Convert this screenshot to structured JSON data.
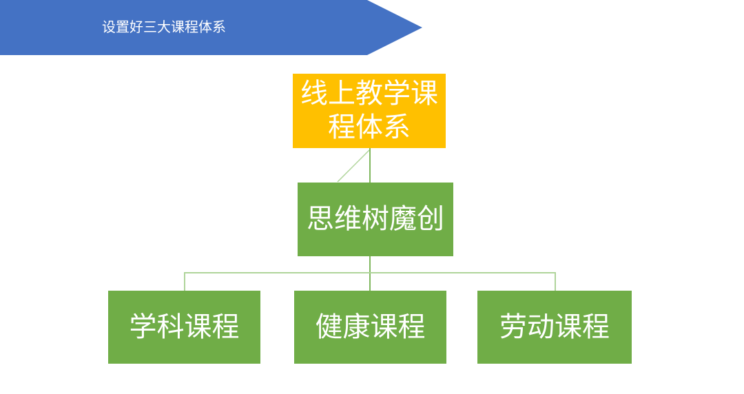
{
  "banner": {
    "title": "设置好三大课程体系"
  },
  "diagram": {
    "root": {
      "label": "线上教学课程体系",
      "lines": [
        "线上教学课",
        "程体系"
      ]
    },
    "trunk": {
      "label": "思维树魔创"
    },
    "children": [
      {
        "label": "学科课程"
      },
      {
        "label": "健康课程"
      },
      {
        "label": "劳动课程"
      }
    ]
  },
  "colors": {
    "banner_blue": "#4472C4",
    "root_orange": "#FFC000",
    "node_green": "#70AD47",
    "connector_dark": "#7FB75E",
    "connector_light": "#AFD49A",
    "text_white": "#FFFFFF",
    "background": "#FFFFFF"
  }
}
